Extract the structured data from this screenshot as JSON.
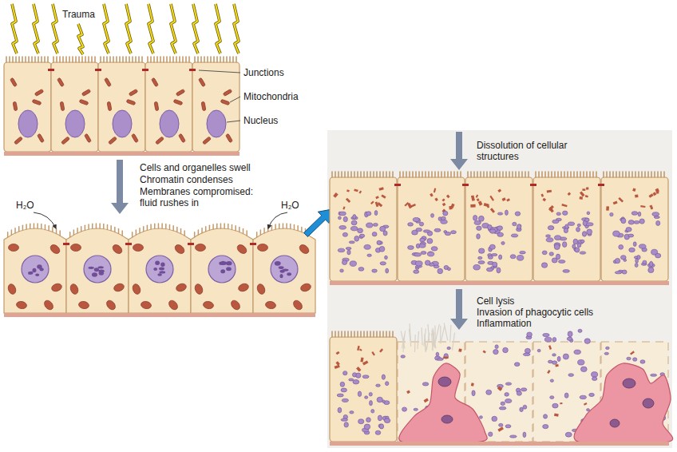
{
  "diagram": {
    "labels": [
      "Trauma",
      "Junctions",
      "Mitochondria",
      "Nucleus",
      "Cells and organelles swell",
      "Chromatin condenses",
      "Membranes compromised: fluid rushes in",
      "H₂O",
      "H₂O",
      "Dissolution of cellular structures",
      "Cell lysis",
      "Invasion of phagocytic cells",
      "Inflammation"
    ]
  }
}
